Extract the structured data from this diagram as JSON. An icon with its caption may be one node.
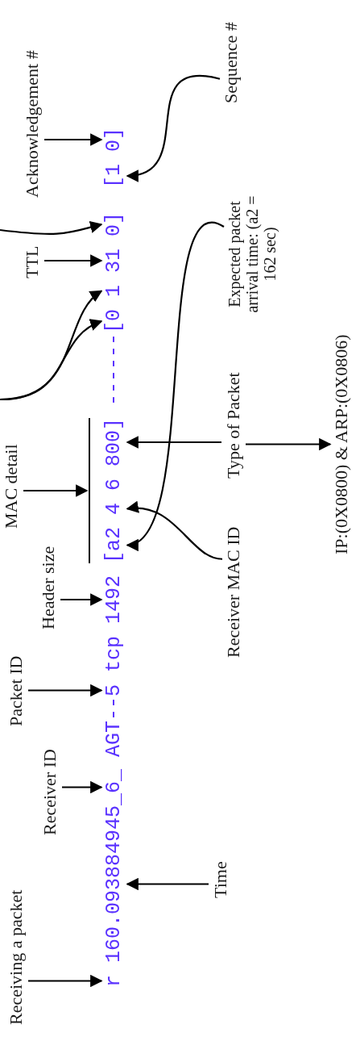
{
  "diagram": {
    "nodes": [
      {
        "text": [
          "Receiving a packet"
        ]
      },
      {
        "text": [
          "Receiver ID"
        ]
      },
      {
        "text": [
          "Packet ID"
        ]
      },
      {
        "text": [
          "Header size"
        ]
      },
      {
        "text": [
          "MAC detail"
        ]
      },
      {
        "text": [
          "TTL"
        ]
      },
      {
        "text": [
          "Acknowledgement #"
        ]
      },
      {
        "text": [],
        "shape": "bar"
      },
      {
        "text": [
          "r"
        ]
      },
      {
        "text": [
          "160.093884945"
        ]
      },
      {
        "text": [
          "_6_"
        ]
      },
      {
        "text": [
          "AGT--"
        ]
      },
      {
        "text": [
          "5"
        ]
      },
      {
        "text": [
          "tcp"
        ]
      },
      {
        "text": [
          "1492"
        ]
      },
      {
        "text": [
          "[a2"
        ]
      },
      {
        "text": [
          "4"
        ]
      },
      {
        "text": [
          "6"
        ]
      },
      {
        "text": [
          "800]"
        ]
      },
      {
        "text": [
          "------"
        ]
      },
      {
        "text": [
          "[0"
        ]
      },
      {
        "text": [
          "1"
        ]
      },
      {
        "text": [
          "31"
        ]
      },
      {
        "text": [
          "0]"
        ]
      },
      {
        "text": [
          "[1"
        ]
      },
      {
        "text": [
          "0]"
        ]
      },
      {
        "text": [
          "Time"
        ]
      },
      {
        "text": [
          "Receiver MAC ID"
        ]
      },
      {
        "text": [
          "Type of Packet"
        ]
      },
      {
        "text": [
          "Expected packet arrival time: (a2 = 162 sec)"
        ]
      },
      {
        "text": [
          "Sequence #"
        ]
      },
      {
        "text": [
          "IP:(0X0800) & ARP:(0X0806)"
        ]
      }
    ],
    "edges": [
      {
        "from": 0,
        "to": 8,
        "arrow": "to"
      },
      {
        "from": 1,
        "to": 10,
        "arrow": "to"
      },
      {
        "from": 2,
        "to": 12,
        "arrow": "to"
      },
      {
        "from": 3,
        "to": 14,
        "arrow": "to"
      },
      {
        "from": 4,
        "to": 7,
        "arrow": "to"
      },
      {
        "from": 5,
        "to": 22,
        "arrow": "to"
      },
      {
        "from": 6,
        "to": 25,
        "arrow": "to"
      },
      {
        "from": 26,
        "to": 9,
        "arrow": "to"
      },
      {
        "from": 27,
        "to": 16,
        "arrow": "to"
      },
      {
        "from": 28,
        "to": 18,
        "arrow": "to"
      },
      {
        "from": 28,
        "to": 31,
        "arrow": "to"
      },
      {
        "from": 29,
        "to": 15,
        "arrow": "to"
      },
      {
        "from": 30,
        "to": 24,
        "arrow": "to"
      },
      {
        "from": null,
        "to": 20,
        "arrow": "to"
      },
      {
        "from": null,
        "to": 21,
        "arrow": "to"
      },
      {
        "from": null,
        "to": 23,
        "arrow": "to"
      }
    ]
  }
}
